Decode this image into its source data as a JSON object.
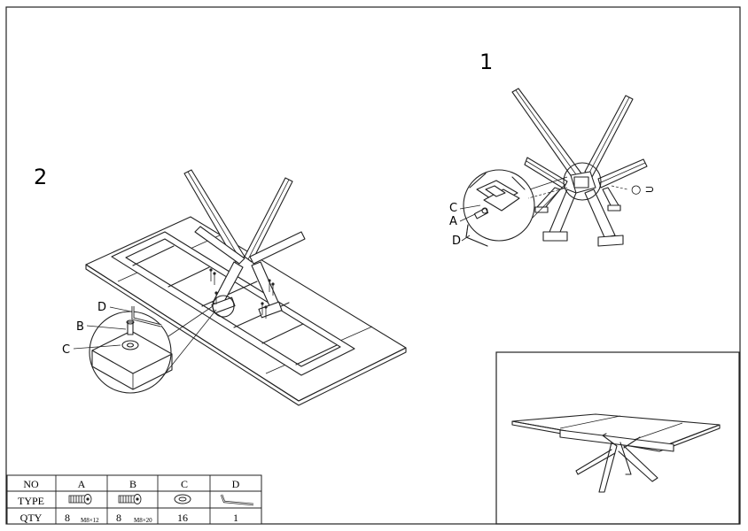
{
  "steps": {
    "step1_label": "1",
    "step2_label": "2"
  },
  "callouts": {
    "step1": {
      "c": "C",
      "a": "A",
      "d": "D"
    },
    "step2": {
      "d": "D",
      "b": "B",
      "c": "C"
    }
  },
  "parts_table": {
    "headers": {
      "no": "NO",
      "type": "TYPE",
      "qty": "QTY"
    },
    "parts": [
      {
        "no": "A",
        "qty": "8",
        "spec": "M8×12",
        "icon": "bolt-icon"
      },
      {
        "no": "B",
        "qty": "8",
        "spec": "M8×20",
        "icon": "bolt-icon"
      },
      {
        "no": "C",
        "qty": "16",
        "spec": "",
        "icon": "washer-icon"
      },
      {
        "no": "D",
        "qty": "1",
        "spec": "",
        "icon": "allen-key-icon"
      }
    ]
  }
}
